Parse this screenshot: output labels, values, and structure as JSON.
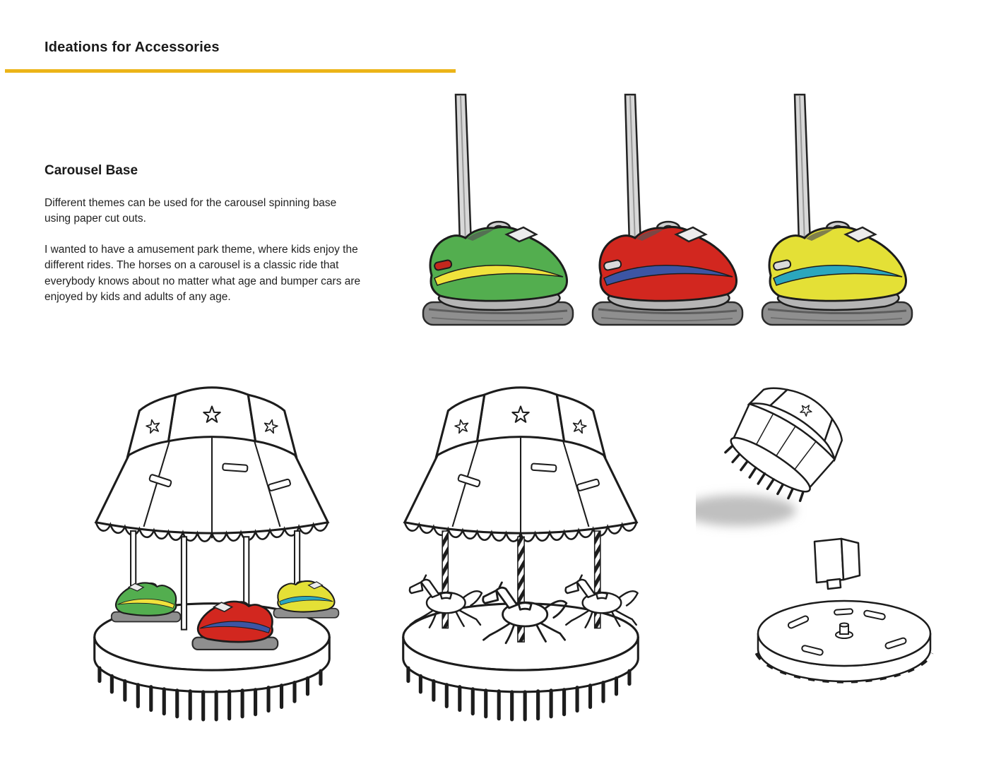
{
  "page": {
    "title": "Ideations for Accessories",
    "accent_color": "#ECB418",
    "background_color": "#FFFFFF",
    "text_color": "#1A1A1A"
  },
  "carousel_base_section": {
    "heading": "Carousel Base",
    "paragraph_1": "Different themes can be used for the carousel spinning base using paper cut outs.",
    "paragraph_2": "I wanted to have a amusement park theme, where kids enjoy the different rides. The horses on a carousel is a classic ride that everybody knows about no matter what age and bumper cars are enjoyed by kids and adults of any age."
  },
  "sketches": {
    "bumper_car_accessories": {
      "label": "Three bumper car accessories mounted on poles above spinning base pads",
      "pole_color": "#D8D8D8",
      "platform_color": "#8F8F8F",
      "ink_color": "#1C1C1C",
      "cars": [
        {
          "name": "green bumper car",
          "body": "#53AE4F",
          "stripe": "#F0E23C",
          "light": "#C4271D"
        },
        {
          "name": "red bumper car",
          "body": "#D2271F",
          "stripe": "#3C55A4",
          "light": "#DADADA"
        },
        {
          "name": "yellow bumper car",
          "body": "#E4E036",
          "stripe": "#2BA7BE",
          "light": "#DADADA"
        }
      ]
    },
    "carousel_with_bumper_cars": {
      "label": "Carousel spinning base themed with bumper cars under a starred canopy"
    },
    "carousel_with_horses": {
      "label": "Carousel spinning base themed with galloping horses on striped poles"
    },
    "exploded_parts": {
      "label": "Exploded view of carousel canopy piece, square pole end and gear base disc",
      "shadow_color": "#C0C0C0"
    }
  }
}
